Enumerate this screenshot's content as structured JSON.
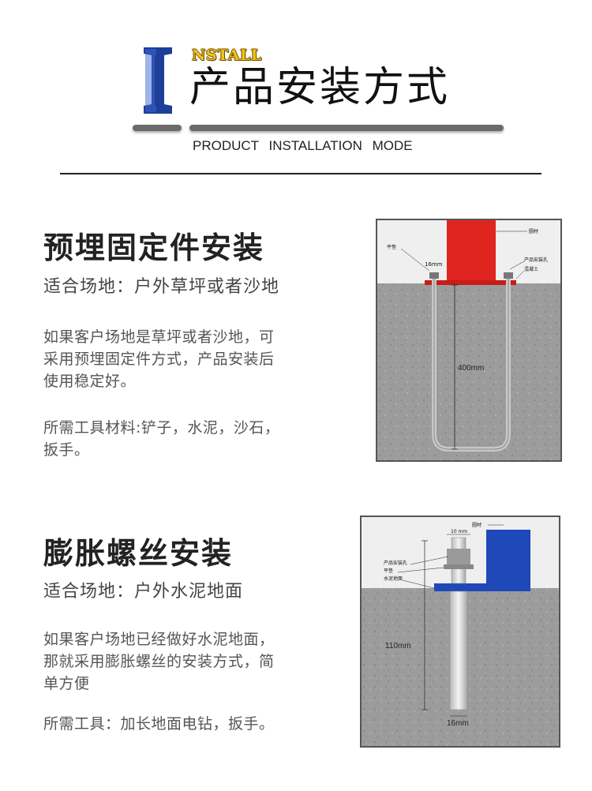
{
  "header": {
    "install_word": "NSTALL",
    "title_cn": "产品安装方式",
    "title_en": "PRODUCT INSTALLATION MODE",
    "colors": {
      "i_blue": "#1d3f9a",
      "install_yellow": "#f2c316"
    }
  },
  "section1": {
    "title": "预埋固定件安装",
    "subtitle": "适合场地：户外草坪或者沙地",
    "body_lines": [
      "如果客户场地是草坪或者沙地，可",
      "采用预埋固定件方式，产品安装后",
      "使用稳定好。"
    ],
    "tools_lines": [
      "所需工具材料:铲子，水泥，沙石，",
      "扳手。"
    ],
    "diagram": {
      "label_post": "圆材",
      "label_washer": "平垫",
      "label_hole": "产品安装孔",
      "label_concrete": "混凝土",
      "dim_bolt": "16mm",
      "dim_depth": "400mm",
      "post_color": "#e02420"
    }
  },
  "section2": {
    "title": "膨胀螺丝安装",
    "subtitle": "适合场地：户外水泥地面",
    "body_lines": [
      "如果客户场地已经做好水泥地面，",
      "那就采用膨胀螺丝的安装方式，简",
      "单方便"
    ],
    "tools_lines": [
      "所需工具：加长地面电钻，扳手。"
    ],
    "diagram": {
      "label_post": "圆材",
      "label_hole": "产品安装孔",
      "label_washer": "平垫",
      "label_ground": "水泥地面",
      "dim_top": "10 mm",
      "dim_depth": "110mm",
      "dim_bolt": "16mm",
      "post_color": "#1f48b8"
    }
  }
}
